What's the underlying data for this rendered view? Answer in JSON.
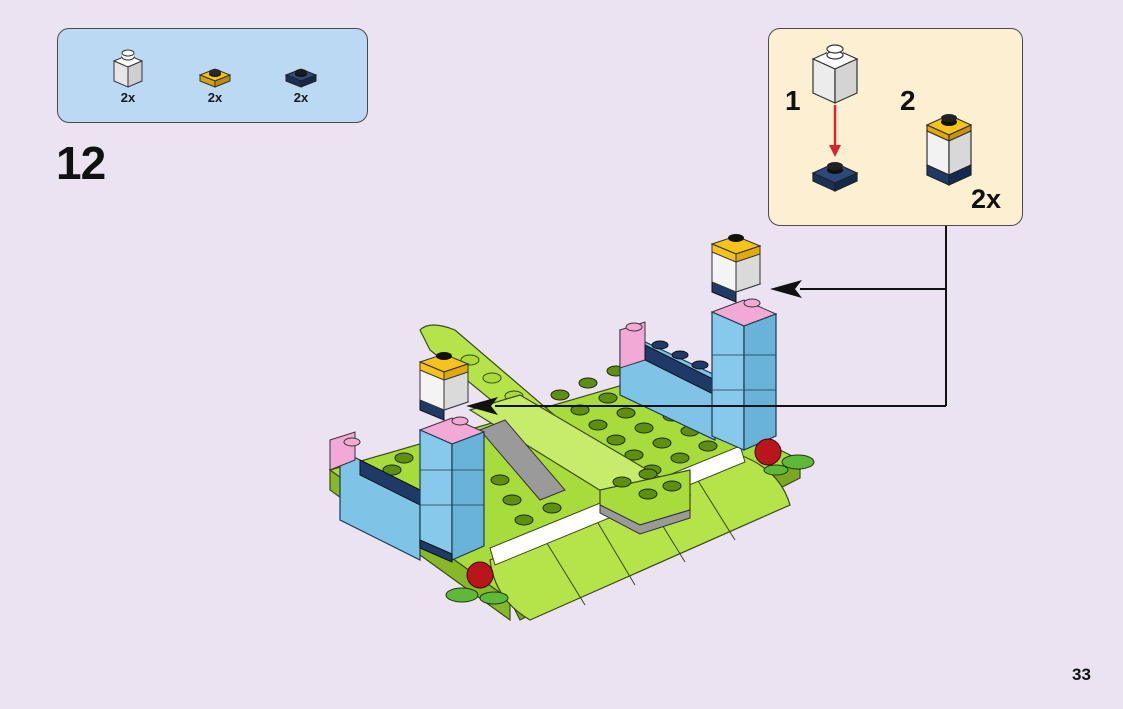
{
  "parts_list": {
    "items": [
      {
        "qty": "2x",
        "color": "#f4f4f4",
        "icon": "white-brick-1x1-icon"
      },
      {
        "qty": "2x",
        "color": "#f6c21c",
        "icon": "yellow-plate-1x1-icon"
      },
      {
        "qty": "2x",
        "color": "#1f3a68",
        "icon": "navy-plate-1x1-icon"
      }
    ]
  },
  "step": {
    "number": "12"
  },
  "callout": {
    "sub_step_1": "1",
    "sub_step_2": "2",
    "quantity": "2x"
  },
  "colors": {
    "background": "#ece3f2",
    "parts_panel": "#bcd9f3",
    "callout_panel": "#fdf0d2",
    "lime": "#a8dc3c",
    "light_blue": "#7fc3e6",
    "pink": "#f3a9d6",
    "navy": "#1f3a68",
    "yellow": "#f6c21c",
    "arrow_red": "#d8242b"
  },
  "page": {
    "number": "33"
  }
}
